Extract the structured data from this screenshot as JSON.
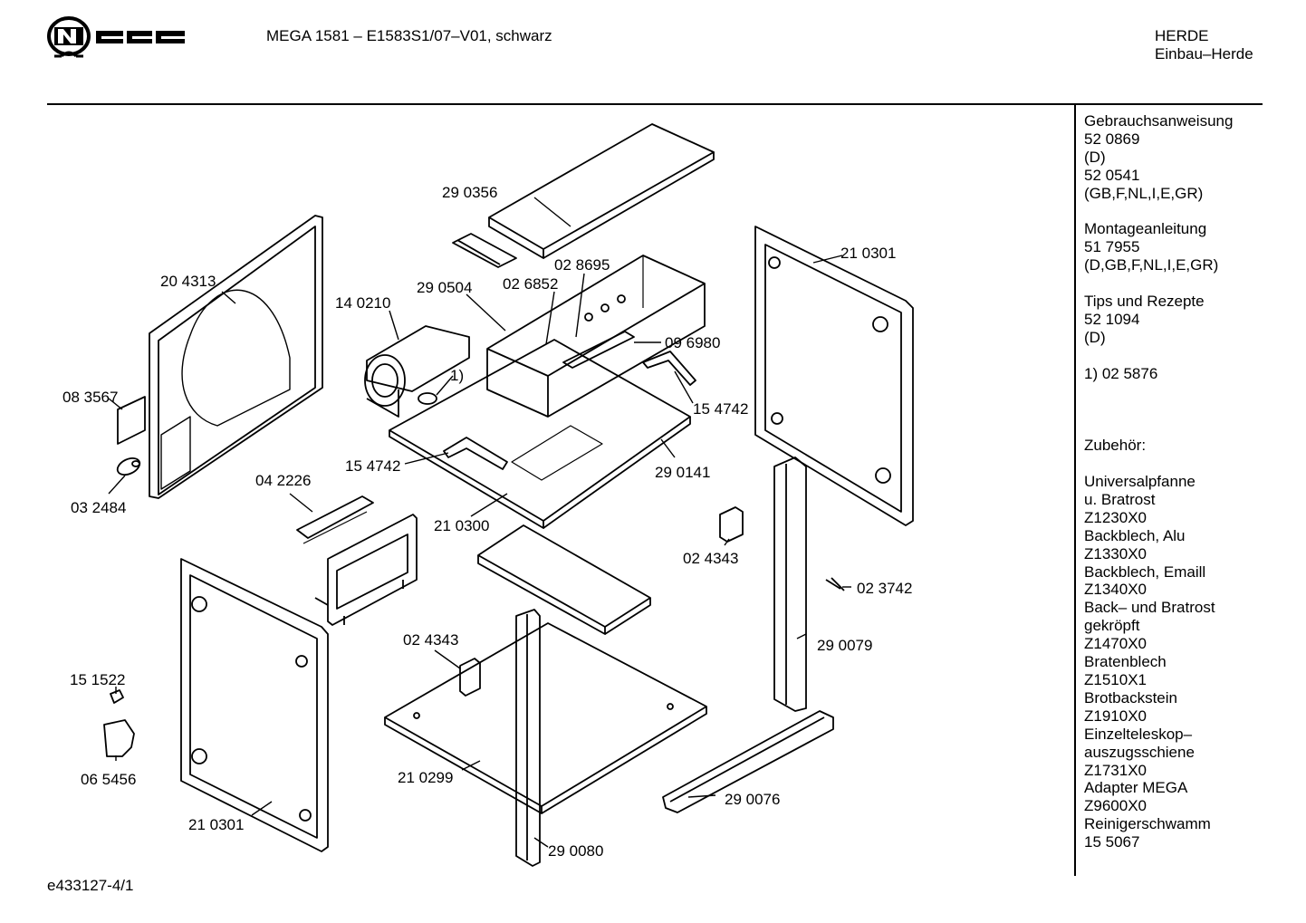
{
  "header": {
    "logo_text": "NEFF",
    "model": "MEGA 1581 – E1583S1/07–V01, schwarz",
    "category": "HERDE",
    "subcategory": "Einbau–Herde"
  },
  "sidebar": {
    "groups": [
      [
        "Gebrauchsanweisung",
        "52 0869",
        "(D)",
        "52 0541",
        "(GB,F,NL,I,E,GR)"
      ],
      [
        "Montageanleitung",
        "51 7955",
        "(D,GB,F,NL,I,E,GR)"
      ],
      [
        "Tips und Rezepte",
        "52 1094",
        "(D)"
      ],
      [
        "1) 02 5876"
      ],
      [
        ""
      ],
      [
        "Zubehör:"
      ],
      [
        "Universalpfanne",
        "u. Bratrost",
        "Z1230X0",
        "Backblech, Alu",
        "Z1330X0",
        "Backblech, Emaill",
        "Z1340X0",
        "Back– und Bratrost",
        "gekröpft",
        "Z1470X0",
        "Bratenblech",
        "Z1510X1",
        "Brotbackstein",
        "Z1910X0",
        "Einzelteleskop–",
        "auszugsschiene",
        "Z1731X0",
        "Adapter MEGA",
        "Z9600X0",
        "Reinigerschwamm",
        "15 5067"
      ]
    ]
  },
  "parts": [
    "29 0356",
    "20 4313",
    "14 0210",
    "29 0504",
    "02 6852",
    "02 8695",
    "21 0301",
    "09 6980",
    "08 3567",
    "1)",
    "15 4742",
    "15 4742",
    "29 0141",
    "03 2484",
    "04 2226",
    "21 0300",
    "02 4343",
    "02 3742",
    "29 0079",
    "02 4343",
    "15 1522",
    "06 5456",
    "21 0299",
    "29 0076",
    "21 0301",
    "29 0080"
  ],
  "footer": {
    "doc_id": "e433127-4/1"
  }
}
